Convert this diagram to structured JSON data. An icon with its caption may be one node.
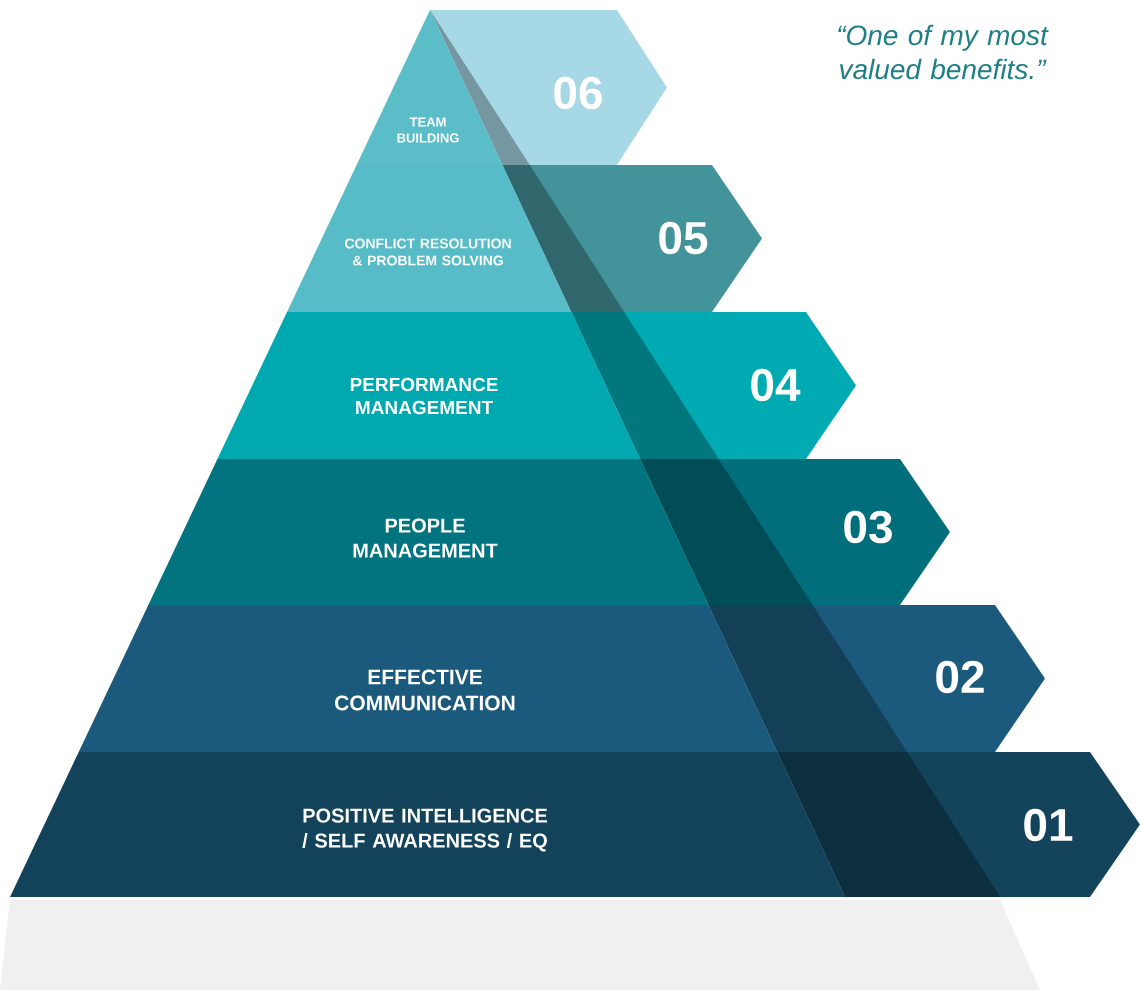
{
  "diagram": {
    "nodes": [
      {
        "text": [
          "TEAM BUILDING"
        ]
      },
      {
        "text": [
          "06"
        ]
      },
      {
        "text": [
          "CONFLICT RESOLUTION & PROBLEM SOLVING"
        ]
      },
      {
        "text": [
          "05"
        ]
      },
      {
        "text": [
          "PERFORMANCE MANAGEMENT"
        ]
      },
      {
        "text": [
          "04"
        ]
      },
      {
        "text": [
          "PEOPLE MANAGEMENT"
        ]
      },
      {
        "text": [
          "03"
        ]
      },
      {
        "text": [
          "EFFECTIVE COMMUNICATION"
        ]
      },
      {
        "text": [
          "02"
        ]
      },
      {
        "text": [
          "POSITIVE INTELLIGENCE / SELF AWARENESS / EQ"
        ]
      },
      {
        "text": [
          "01"
        ]
      }
    ],
    "labels": [
      "“One of my most valued benefits.”"
    ]
  }
}
